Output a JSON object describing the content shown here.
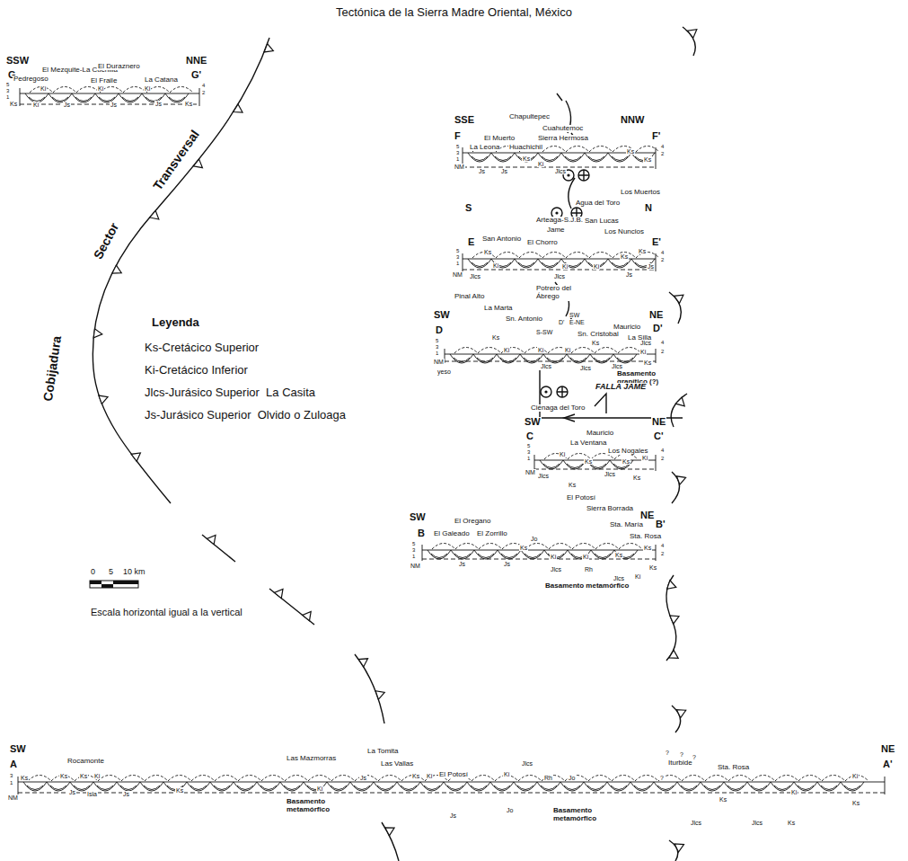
{
  "diagram": {
    "title": "Tectónica de la Sierra Madre Oriental, México",
    "labels": [
      "SSW",
      "G",
      "Pedregoso",
      "El Mezquite-La Cuchilla",
      "El Duraznero",
      "El Fraile",
      "La Catana",
      "NNE",
      "G'",
      "5",
      "3",
      "1",
      "4",
      "2",
      "Ki",
      "Ki",
      "Ki",
      "Ks",
      "Ki",
      "Js",
      "Js",
      "Js",
      "Ks",
      "SSE",
      "NNW",
      "Chapultepec",
      "Cuahutemoc",
      "Sierra Hermosa",
      "El Muerto",
      "La Leona",
      "Huachichil",
      "F",
      "F'",
      "5",
      "3",
      "1",
      "4",
      "2",
      "NM",
      "Ks",
      "Ks",
      "Ks",
      "Js",
      "Js",
      "Ki",
      "Jlcs",
      "S",
      "N",
      "Los Muertos",
      "Agua del Toro",
      "Arteaga-S.J.B.",
      "Jame",
      "San Lucas",
      "Los Nuncios",
      "San Antonio",
      "El Chorro",
      "E",
      "E'",
      "5",
      "3",
      "1",
      "4",
      "2",
      "NM",
      "Ks",
      "Ki",
      "Ki",
      "Ki",
      "Ks",
      "Ks",
      "Jlcs",
      "Jlcs",
      "Js",
      "Js",
      "SW",
      "NE",
      "Pinal Alto",
      "La Marta",
      "Sn. Antonio",
      "Potrero del Ábrego",
      "S-SW",
      "D'",
      "SW",
      "E-NE",
      "Sn. Cristobal",
      "Mauricio",
      "La Silla",
      "D",
      "D'",
      "5",
      "3",
      "1",
      "4",
      "2",
      "NM",
      "yeso",
      "Ks",
      "Ks",
      "Ki",
      "Ki",
      "Ki",
      "Ki",
      "Jlcs",
      "Jlcs",
      "Jlcs",
      "Jlcs",
      "Ks",
      "Basamento granítico (?)",
      "FALLA JAME",
      "Ciénaga del Toro",
      "SW",
      "NE",
      "Mauricio",
      "La Ventana",
      "Los Nogales",
      "C",
      "C'",
      "5",
      "3",
      "1",
      "4",
      "2",
      "NM",
      "Ki",
      "Ks",
      "Ks",
      "Ki",
      "Jlcs",
      "Jlcs",
      "Ks",
      "Ks",
      "El Potosí",
      "Sierra Borrada",
      "El Oregano",
      "El Galeado",
      "El Zorrillo",
      "Sta. María",
      "Sta. Rosa",
      "SW",
      "NE",
      "B",
      "B'",
      "Jo",
      "5",
      "3",
      "1",
      "4",
      "2",
      "NM",
      "Ks",
      "Ki",
      "Ki",
      "Ks",
      "Ks",
      "Js",
      "Js",
      "Jlcs",
      "Rh",
      "Jlcs",
      "Ki",
      "Ks",
      "Basamento metamórfico",
      "SW",
      "NE",
      "A",
      "A'",
      "Rocamonte",
      "Las Mazmorras",
      "La Tomita",
      "Las Vallas",
      "El Potosí",
      "Iturbide",
      "Sta. Rosa",
      "?",
      "?",
      "?",
      "?",
      "3",
      "1",
      "NM",
      "Ks",
      "Ks",
      "Ks",
      "Ki",
      "Js",
      "Isla",
      "Js",
      "Ks",
      "Ki",
      "Js",
      "Ks",
      "Ki",
      "Ki",
      "Jlcs",
      "Rh",
      "Jo",
      "Jo",
      "Js",
      "Basamento metamórfico",
      "Basamento metamórfico",
      "Ks",
      "Jlcs",
      "Jlcs",
      "Ks",
      "Ki",
      "Ki",
      "Ks",
      "Leyenda",
      "Cobijadura",
      "Sector",
      "Transversal",
      "0",
      "5",
      "10 km",
      "Escala horizontal igual a la vertical"
    ],
    "legend": [
      {
        "text": "Ks-Cretácico Superior"
      },
      {
        "text": "Ki-Cretácico Inferior"
      },
      {
        "text": "Jlcs-Jurásico Superior  La Casita"
      },
      {
        "text": "Js-Jurásico Superior  Olvido o Zuloaga"
      }
    ]
  }
}
